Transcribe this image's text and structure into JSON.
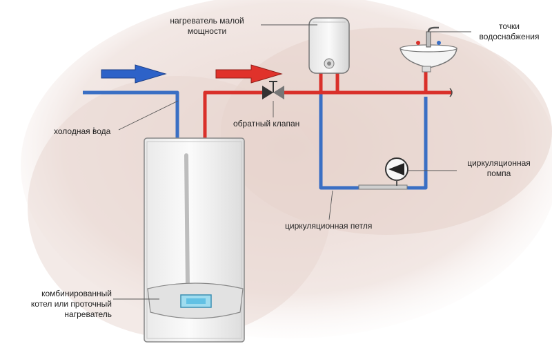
{
  "labels": {
    "heater_small": [
      "нагреватель малой",
      "мощности"
    ],
    "water_points": [
      "точки",
      "водоснабжения"
    ],
    "cold_water": "холодная вода",
    "check_valve": "обратный клапан",
    "circ_pump": [
      "циркуляционная",
      "помпа"
    ],
    "circ_loop": "циркуляционная петля",
    "boiler": [
      "комбинированный",
      "котел или проточный",
      "нагреватель"
    ]
  },
  "colors": {
    "cold_pipe": "#3a6fc4",
    "hot_pipe": "#d9302a",
    "cold_arrow": "#2d62c8",
    "hot_arrow": "#e0322b",
    "leader_line": "#555555",
    "background_wash": "#e8d6d0"
  },
  "icons": {
    "boiler": "wall-boiler",
    "heater": "small-water-heater",
    "sink": "wash-basin-with-faucet",
    "valve": "check-valve",
    "pump": "circulation-pump"
  }
}
